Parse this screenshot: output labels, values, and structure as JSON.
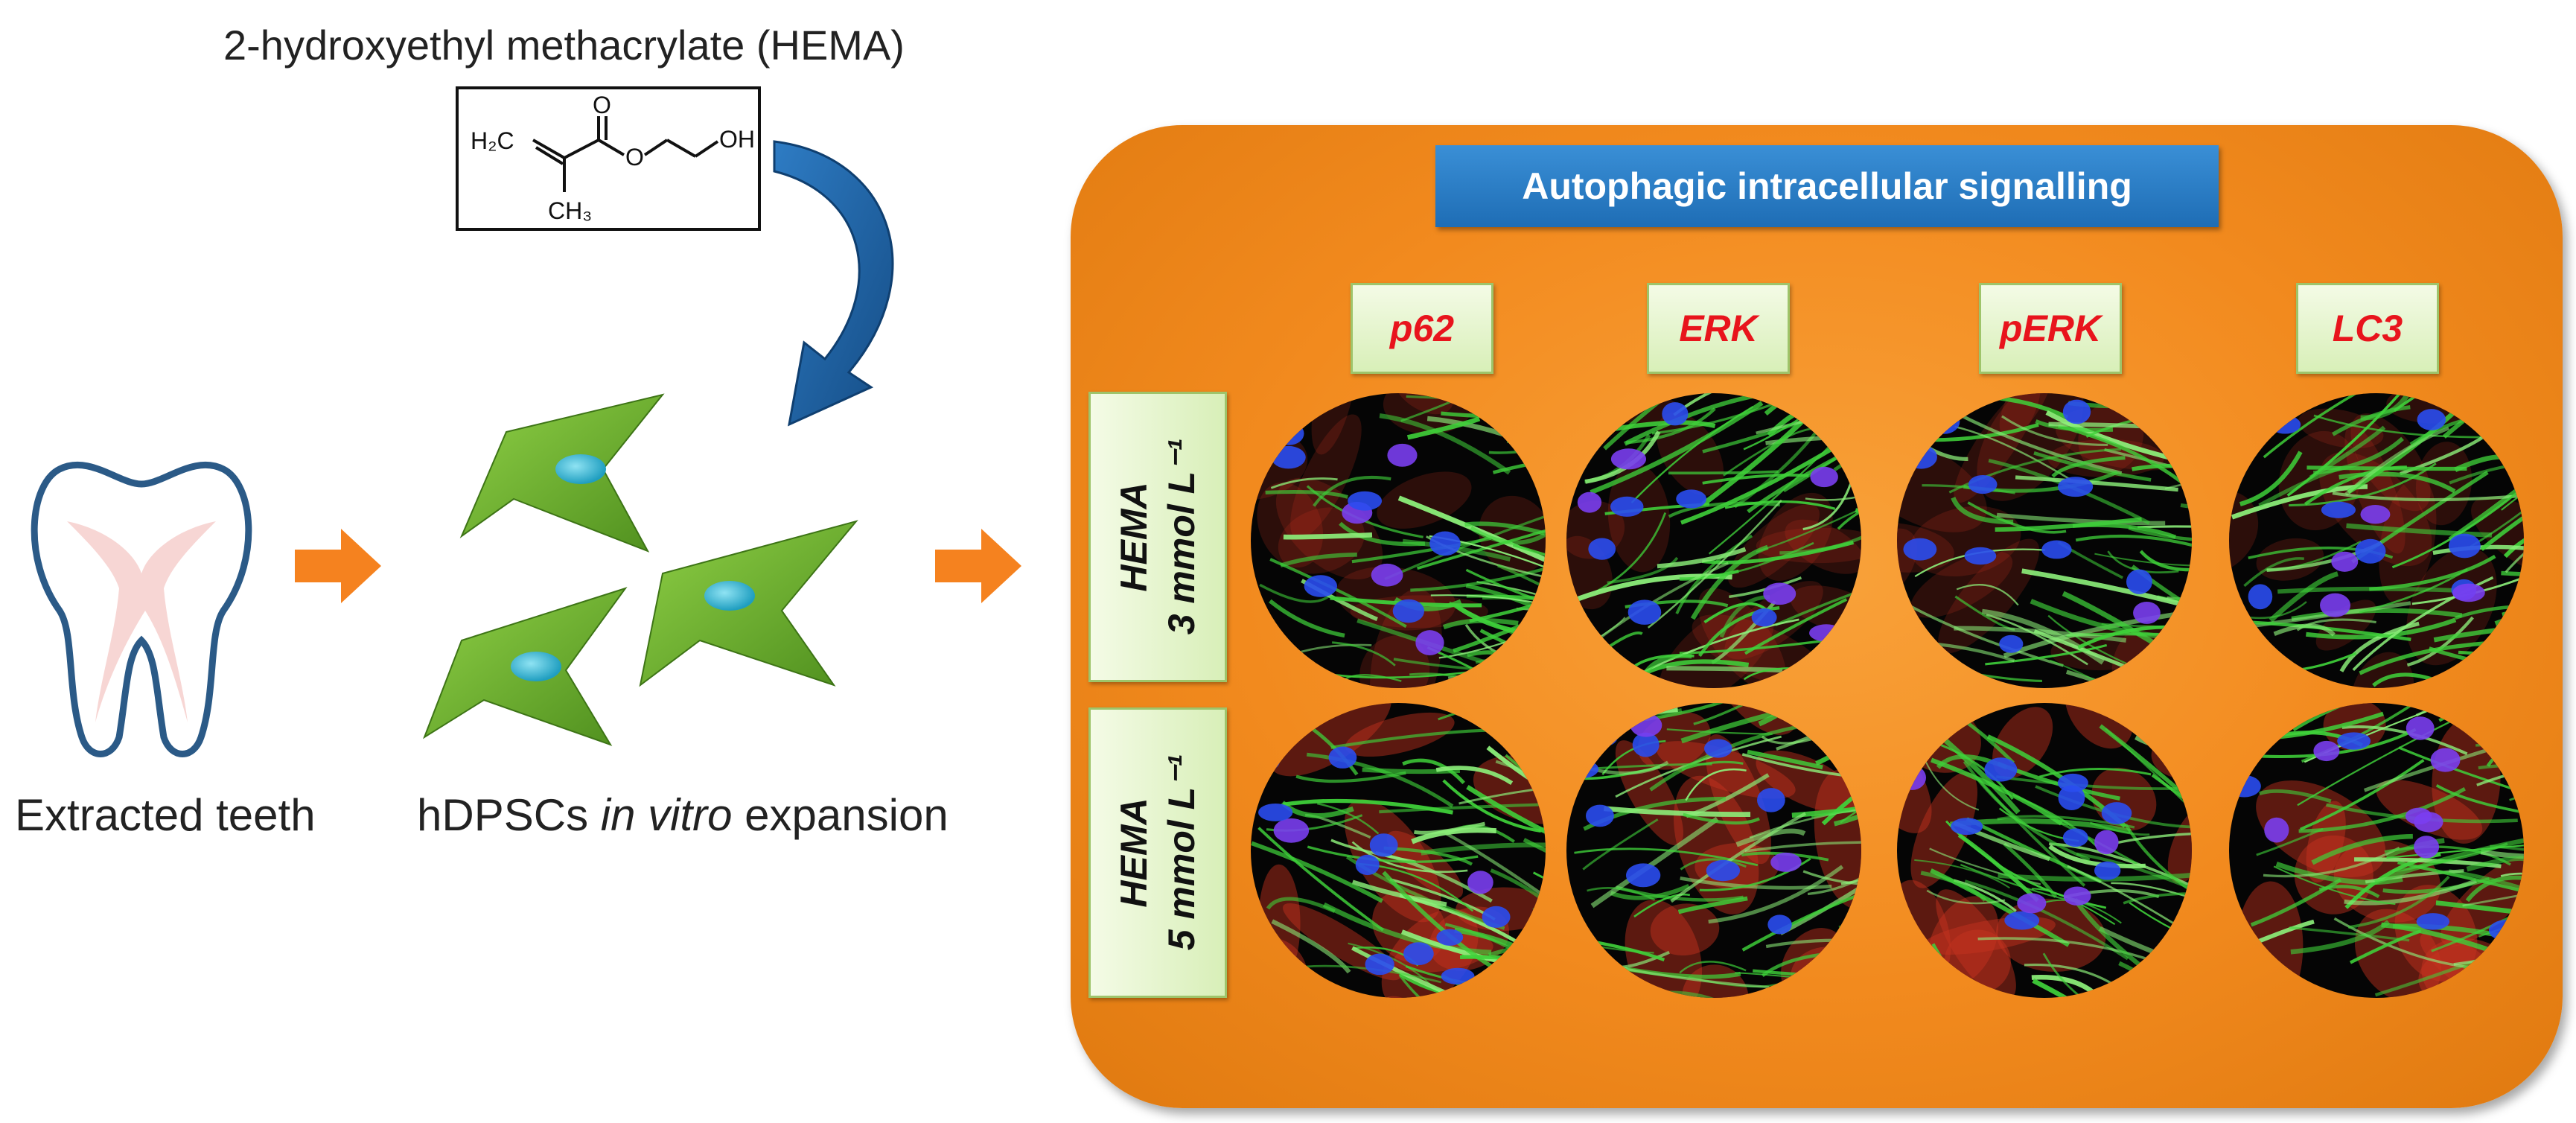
{
  "hema_title": "2-hydroxyethyl methacrylate (HEMA)",
  "structure": {
    "h2c": "H₂C",
    "o_top": "O",
    "o_ester": "O",
    "oh": "OH",
    "ch3": "CH₃"
  },
  "caption_teeth": "Extracted teeth",
  "caption_cells": {
    "prefix": "hDPSCs ",
    "italic": "in vitro",
    "suffix": " expansion"
  },
  "banner": "Autophagic intracellular signalling",
  "columns": [
    "p62",
    "ERK",
    "pERK",
    "LC3"
  ],
  "rows": [
    {
      "agent": "HEMA",
      "dose": "3 mmol L⁻¹"
    },
    {
      "agent": "HEMA",
      "dose": "5 mmol L⁻¹"
    }
  ],
  "colors": {
    "panel": "#f28a1e",
    "banner": "#1e6db5",
    "label_red": "#e8141c",
    "cell_green": "#6cb52d",
    "nucleus": "#35b8d6",
    "arrow_orange": "#f5821f",
    "curved_arrow": "#1b5e9e"
  }
}
